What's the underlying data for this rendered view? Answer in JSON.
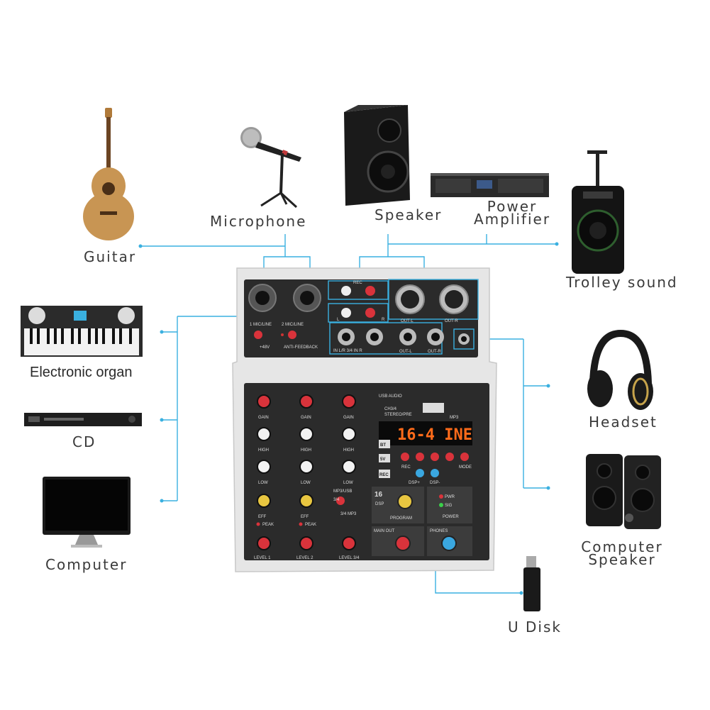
{
  "devices": {
    "guitar": "Guitar",
    "microphone": "Microphone",
    "speaker": "Speaker",
    "power_amplifier_line1": "Power",
    "power_amplifier_line2": "Amplifier",
    "trolley_sound": "Trolley sound",
    "electronic_organ": "Electronic organ",
    "cd": "CD",
    "computer": "Computer",
    "headset": "Headset",
    "computer_speaker_line1": "Computer",
    "computer_speaker_line2": "Speaker",
    "u_disk": "U Disk"
  },
  "mixer": {
    "in1_label": "1 MIC/LINE",
    "in2_label": "2 MIC/LINE",
    "phantom": "+48V",
    "anti_feedback": "ANTI-FEEDBACK",
    "rec": "REC",
    "in34_label": "IN L/R 3/4 IN R",
    "out_l": "OUT-L",
    "out_r": "OUT-R",
    "l": "L",
    "r": "R",
    "usb_audio": "USB AUDIO",
    "ch34": "CH3/4",
    "stereo_pre": "STEREO/PRE",
    "display": "16-4 INE",
    "mp3": "MP3",
    "bt": "BT",
    "v5": "5V",
    "rec_btn": "REC",
    "mode": "MODE",
    "dsp_minus": "DSP-",
    "dsp_plus": "DSP+",
    "program": "PROGRAM",
    "dsp_num": "16",
    "dsp": "DSP",
    "pwr": "PWR",
    "sig": "SIG",
    "power": "POWER",
    "main_out": "MAIN OUT",
    "phones": "PHONES",
    "mp3_usb": "MP3/USB",
    "ch_34": "3/4",
    "mp3_34": "3/4 MP3",
    "gain": "GAIN",
    "high": "HIGH",
    "low": "LOW",
    "eff": "EFF",
    "peak": "PEAK",
    "level1": "LEVEL 1",
    "level2": "LEVEL 2",
    "level34": "LEVEL 3/4",
    "low3": "LOW"
  },
  "colors": {
    "wire": "#3ab0e0",
    "knob_red": "#d9333b",
    "knob_white": "#f2f2f2",
    "knob_yellow": "#e8c640",
    "knob_blue": "#3aa7e0",
    "panel": "#2b2b2b"
  }
}
